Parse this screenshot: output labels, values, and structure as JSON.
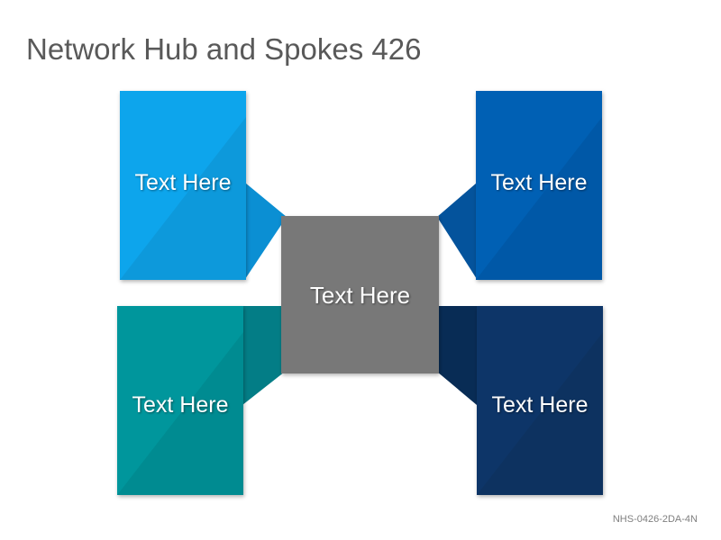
{
  "title": "Network Hub and Spokes 426",
  "hub": {
    "label": "Text Here",
    "color": "#787878"
  },
  "spokes": [
    {
      "label": "Text Here",
      "color": "#0aa5ec"
    },
    {
      "label": "Text Here",
      "color": "#0560b4"
    },
    {
      "label": "Text Here",
      "color": "#02969c"
    },
    {
      "label": "Text Here",
      "color": "#0b3668"
    }
  ],
  "footer_code": "NHS-0426-2DA-4N"
}
